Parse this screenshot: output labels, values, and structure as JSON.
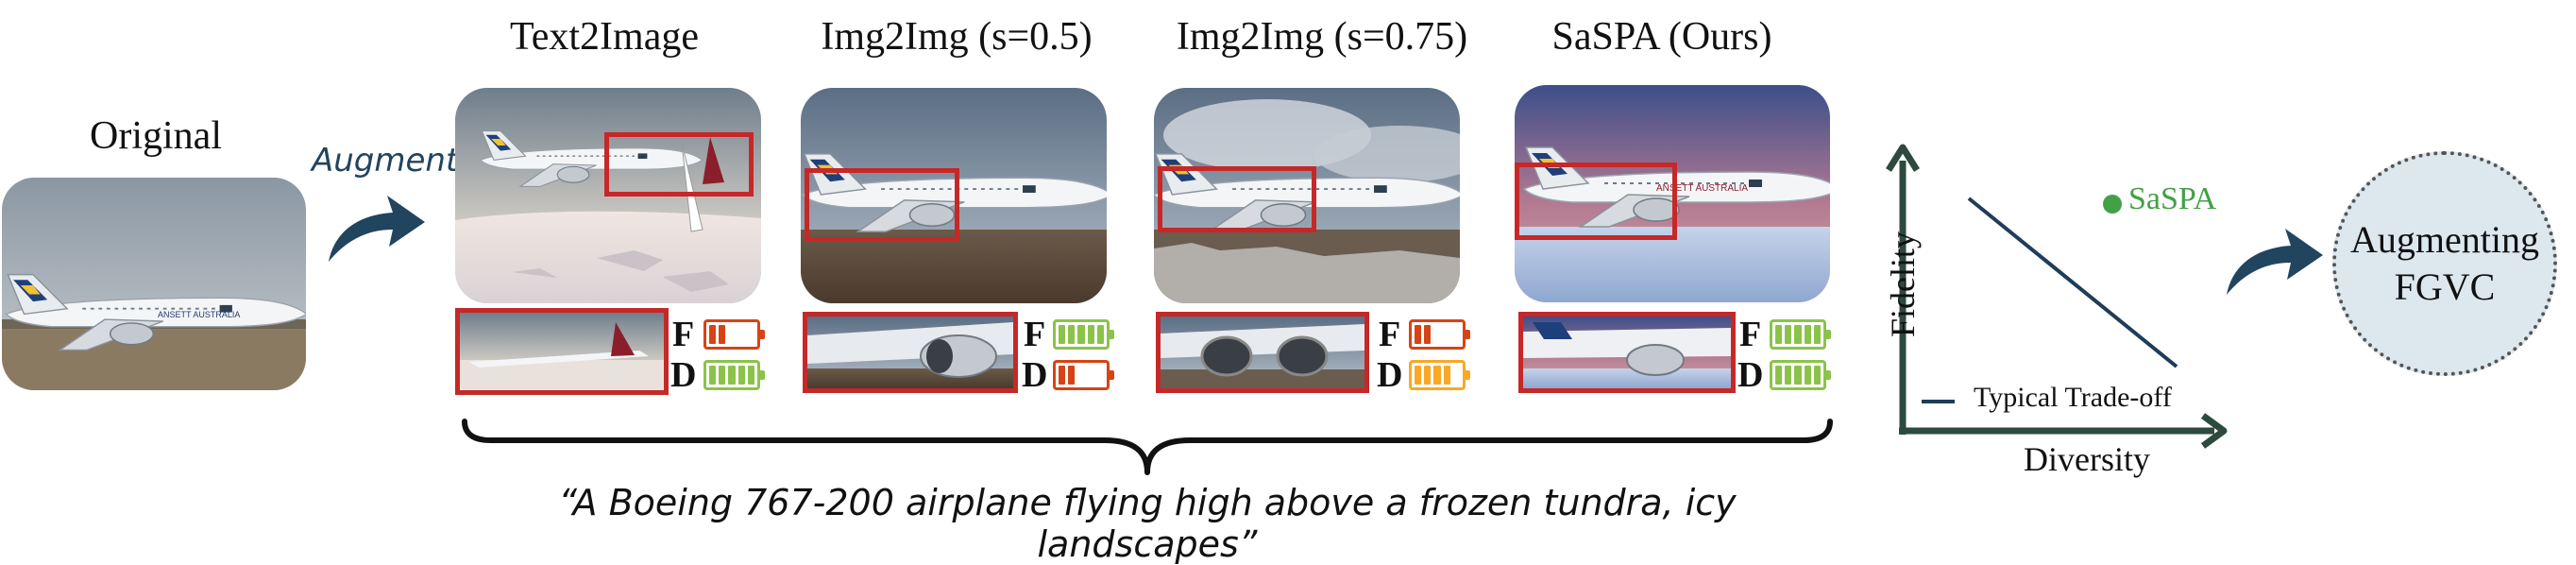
{
  "original_label": "Original",
  "augment_label": "Augment",
  "methods": [
    {
      "title": "Text2Image",
      "fidelity_level": 2,
      "diversity_level": 5
    },
    {
      "title": "Img2Img (s=0.5)",
      "fidelity_level": 5,
      "diversity_level": 2
    },
    {
      "title": "Img2Img (s=0.75)",
      "fidelity_level": 2,
      "diversity_level": 4
    },
    {
      "title": "SaSPA (Ours)",
      "fidelity_level": 5,
      "diversity_level": 5
    }
  ],
  "badge_labels": {
    "fidelity": "F",
    "diversity": "D"
  },
  "airplane_text": "ANSETT AUSTRALIA",
  "prompt": "“A Boeing 767-200 airplane flying high above a frozen tundra, icy landscapes”",
  "tradeoff_plot": {
    "ylabel": "Fidelity",
    "xlabel": "Diversity",
    "point_label": "SaSPA",
    "legend_label": "Typical Trade-off"
  },
  "output_label_line1": "Augmenting",
  "output_label_line2": "FGVC",
  "colors": {
    "crop_border": "#c62828",
    "fidelity_low": "#d84315",
    "high": "#8bc34a",
    "diversity_mid": "#f9a825",
    "arrow": "#21445f",
    "axis": "#2e4a3e",
    "saspa_point": "#43a047",
    "tradeoff_line": "#1f3c5a"
  },
  "icons": [
    "augment-arrow-icon",
    "output-arrow-icon",
    "battery-icon"
  ]
}
